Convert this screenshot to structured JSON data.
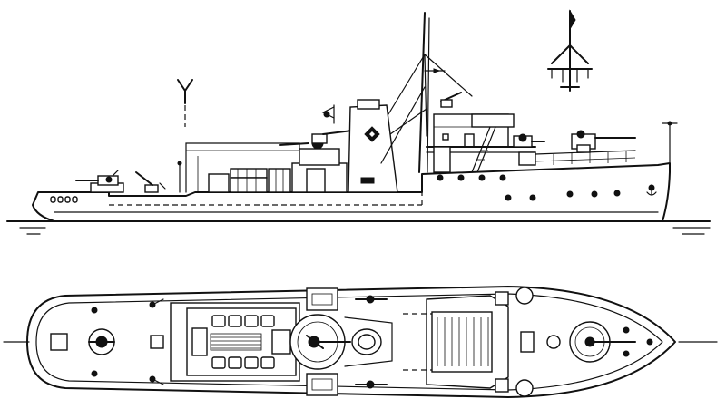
{
  "figure": {
    "kind": "line drawing",
    "views": [
      "side-elevation",
      "top-plan"
    ],
    "ink_color": "#111111",
    "paper_color": "#ffffff"
  }
}
